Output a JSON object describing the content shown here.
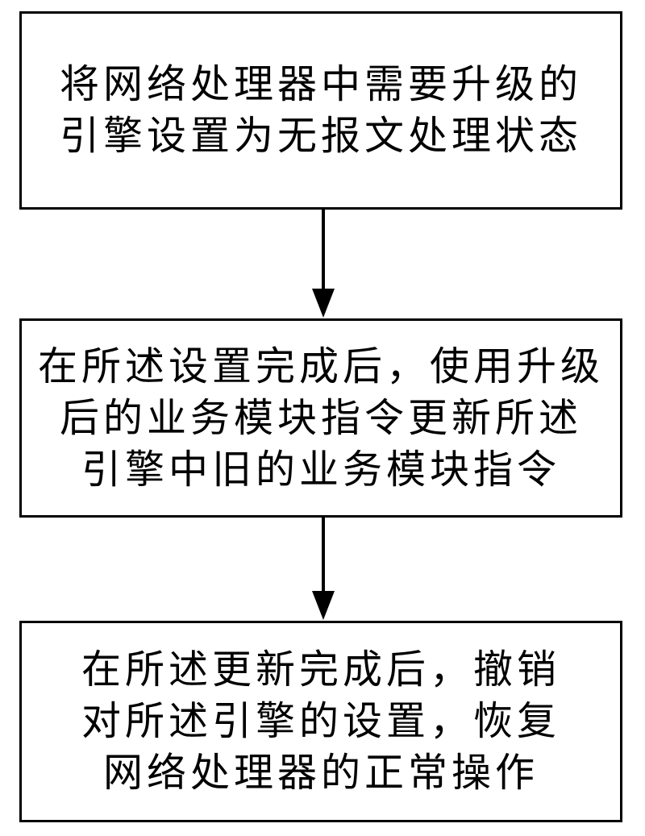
{
  "flowchart": {
    "steps": [
      {
        "lines": [
          "将网络处理器中需要升级的",
          "引擎设置为无报文处理状态"
        ]
      },
      {
        "lines": [
          "在所述设置完成后，使用升级",
          "后的业务模块指令更新所述",
          "引擎中旧的业务模块指令"
        ]
      },
      {
        "lines": [
          "在所述更新完成后，撤销",
          "对所述引擎的设置，恢复",
          "网络处理器的正常操作"
        ]
      }
    ]
  }
}
